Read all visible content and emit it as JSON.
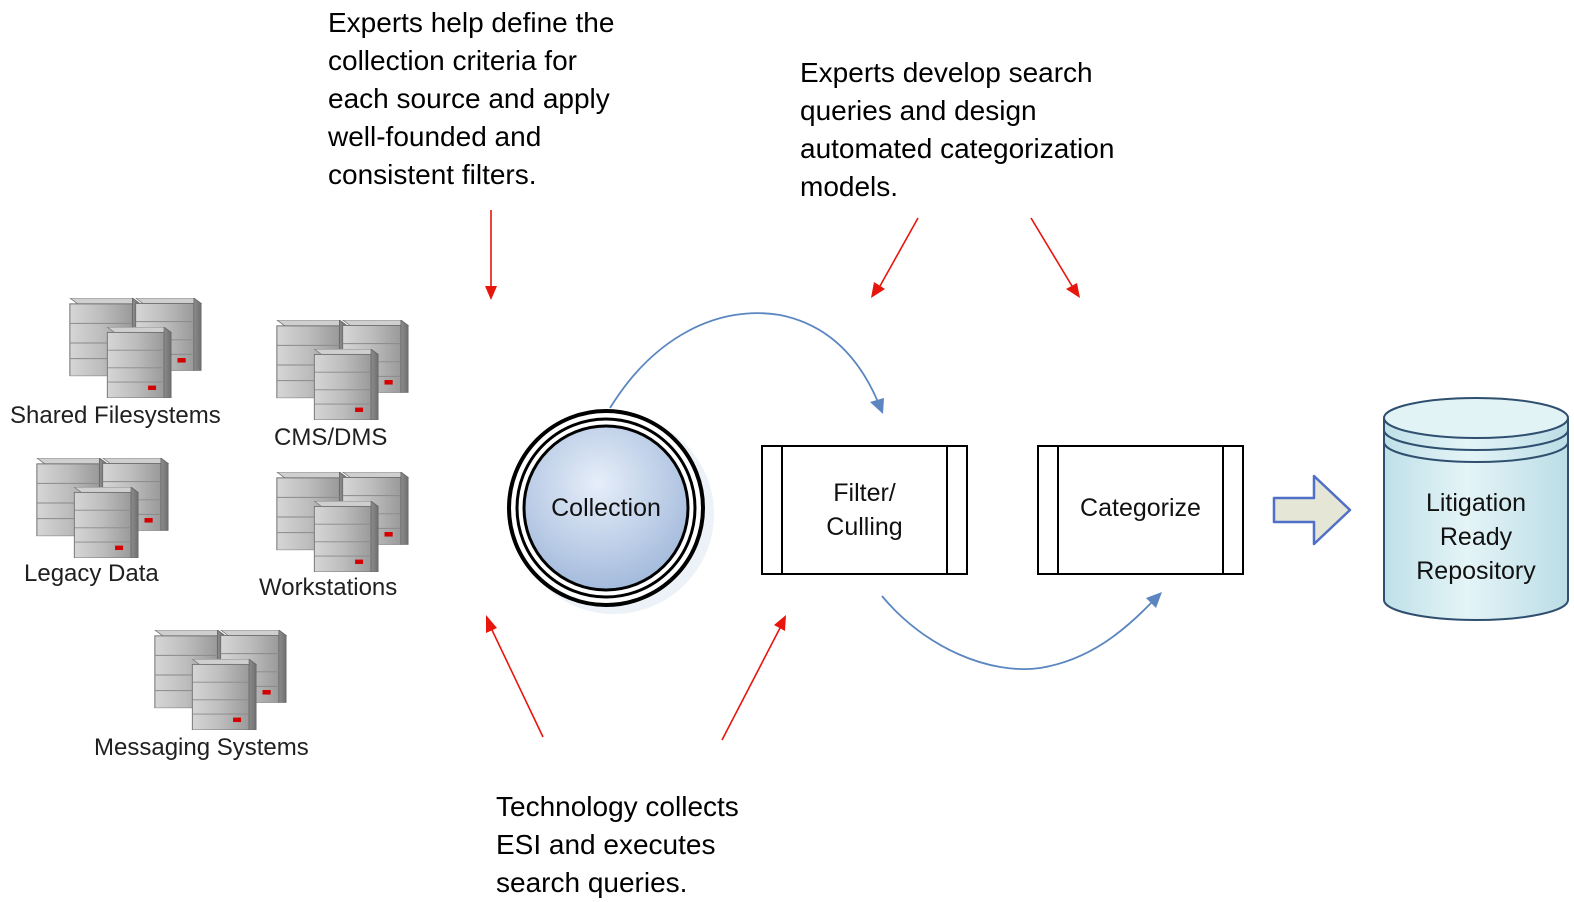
{
  "annotations": {
    "collection_note": [
      "Experts help define the",
      "collection criteria for",
      "each source and apply",
      "well-founded and",
      "consistent filters."
    ],
    "search_note": [
      "Experts develop search",
      "queries and design",
      "automated categorization",
      "models."
    ],
    "technology_note": [
      "Technology collects",
      "ESI and executes",
      "search queries."
    ]
  },
  "sources": {
    "shared_filesystems": "Shared Filesystems",
    "cms_dms": "CMS/DMS",
    "legacy_data": "Legacy Data",
    "workstations": "Workstations",
    "messaging_systems": "Messaging Systems"
  },
  "process": {
    "collection": "Collection",
    "filter_culling": [
      "Filter/",
      "Culling"
    ],
    "categorize": "Categorize",
    "repository": [
      "Litigation",
      "Ready",
      "Repository"
    ]
  },
  "colors": {
    "annotation_arrow": "#e8150c",
    "flow_arrow": "#5b86c0",
    "collection_fill": "#b9cbe6",
    "repository_fill": "#d5edf2",
    "block_arrow_fill": "#e6e6d6",
    "block_arrow_stroke": "#4f6fc8",
    "server_body": "#b3b3b3",
    "server_light": "#e0e0e0",
    "server_led": "#d40000"
  },
  "icons": {
    "server": "server-cluster-icon",
    "database": "database-cylinder-icon",
    "block_arrow": "block-arrow-right-icon"
  }
}
